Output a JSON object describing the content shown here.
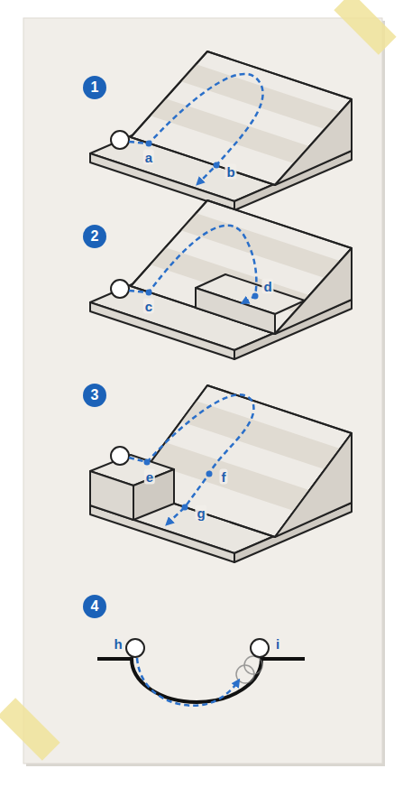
{
  "diagram": {
    "labels": [
      "1",
      "a",
      "b",
      "2",
      "c",
      "d",
      "3",
      "e",
      "f",
      "g",
      "4",
      "h",
      "i"
    ]
  }
}
